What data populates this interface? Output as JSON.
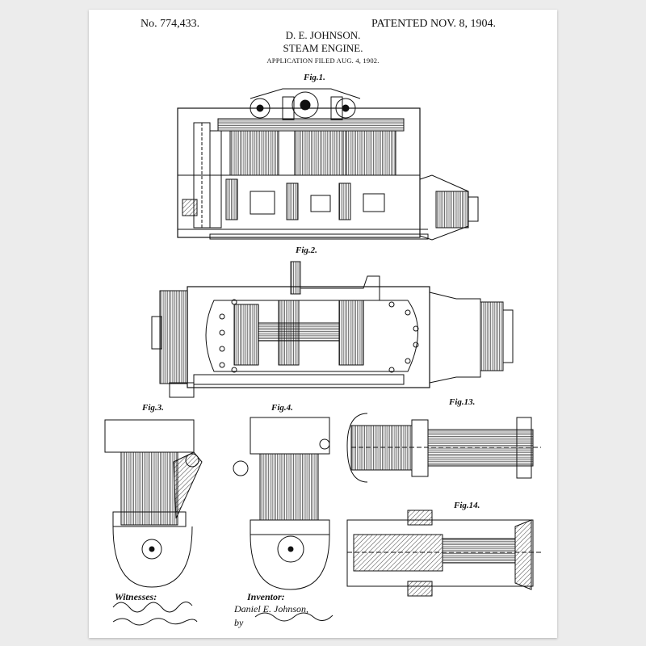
{
  "header": {
    "patent_number": "No. 774,433.",
    "patent_date": "PATENTED NOV. 8, 1904.",
    "inventor": "D. E. JOHNSON.",
    "title": "STEAM ENGINE.",
    "application": "APPLICATION FILED AUG. 4, 1902."
  },
  "figures": {
    "fig1": "Fig.1.",
    "fig2": "Fig.2.",
    "fig3": "Fig.3.",
    "fig4": "Fig.4.",
    "fig13": "Fig.13.",
    "fig14": "Fig.14."
  },
  "signatures": {
    "witnesses_label": "Witnesses:",
    "inventor_label": "Inventor:",
    "inventor_name": "Daniel E. Johnson,",
    "attorney_prefix": "by"
  },
  "colors": {
    "ink": "#111111",
    "paper": "#ffffff",
    "background": "#ececec"
  }
}
